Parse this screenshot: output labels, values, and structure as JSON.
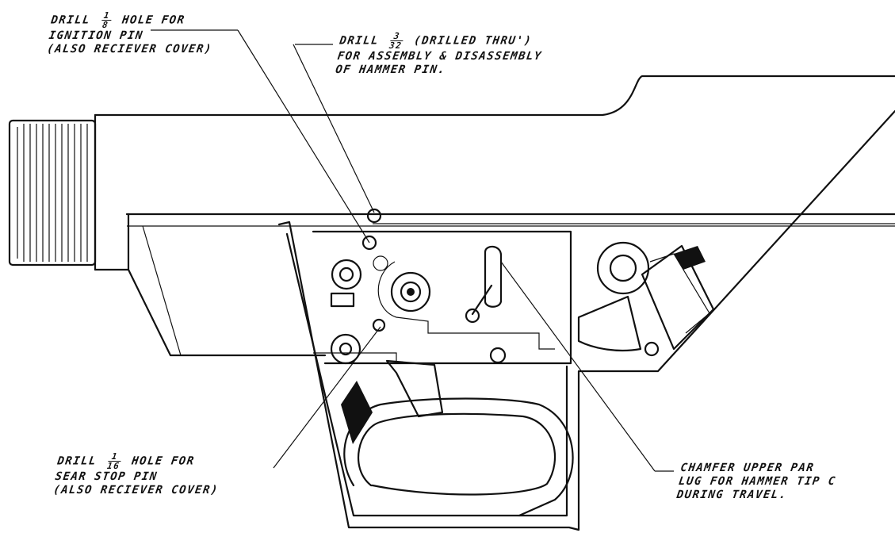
{
  "annotations": {
    "ignition": {
      "l1_pre": "DRILL",
      "l1_num": "1",
      "l1_den": "8",
      "l1_post": "HOLE FOR",
      "l2": "IGNITION PIN",
      "l3": "(ALSO RECIEVER COVER)"
    },
    "hammer": {
      "l1_pre": "DRILL",
      "l1_num": "3",
      "l1_den": "32",
      "l1_post": "(DRILLED THRU')",
      "l2": "FOR ASSEMBLY & DISASSEMBLY",
      "l3": "OF HAMMER PIN."
    },
    "sear": {
      "l1_pre": "DRILL",
      "l1_num": "1",
      "l1_den": "16",
      "l1_post": "HOLE FOR",
      "l2": "SEAR STOP PIN",
      "l3": "(ALSO RECIEVER COVER)"
    },
    "chamfer": {
      "l1": "CHAMFER UPPER PAR",
      "l2": "LUG FOR HAMMER TIP C",
      "l3": "DURING TRAVEL."
    }
  }
}
